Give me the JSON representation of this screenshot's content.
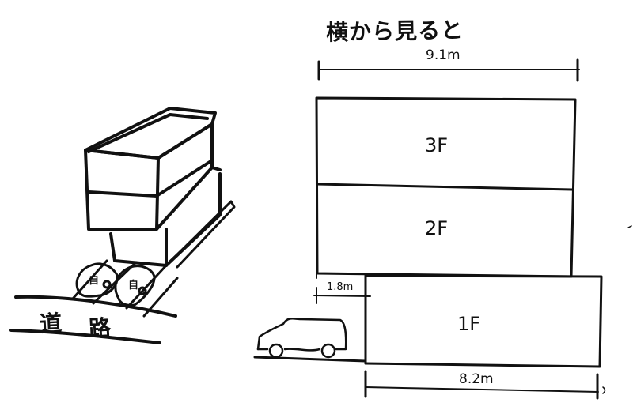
{
  "title": "横から見ると",
  "side_view": {
    "top_width_label": "9.1m",
    "overhang_label": "1.8m",
    "bottom_width_label": "8.2m",
    "floors": [
      {
        "label": "3F"
      },
      {
        "label": "2F"
      },
      {
        "label": "1F"
      }
    ],
    "car": "car-icon"
  },
  "perspective_view": {
    "road_label_1": "道",
    "road_label_2": "路",
    "vehicle_1": "自",
    "vehicle_2": "自"
  },
  "colors": {
    "ink": "#111111",
    "paper": "#ffffff"
  }
}
